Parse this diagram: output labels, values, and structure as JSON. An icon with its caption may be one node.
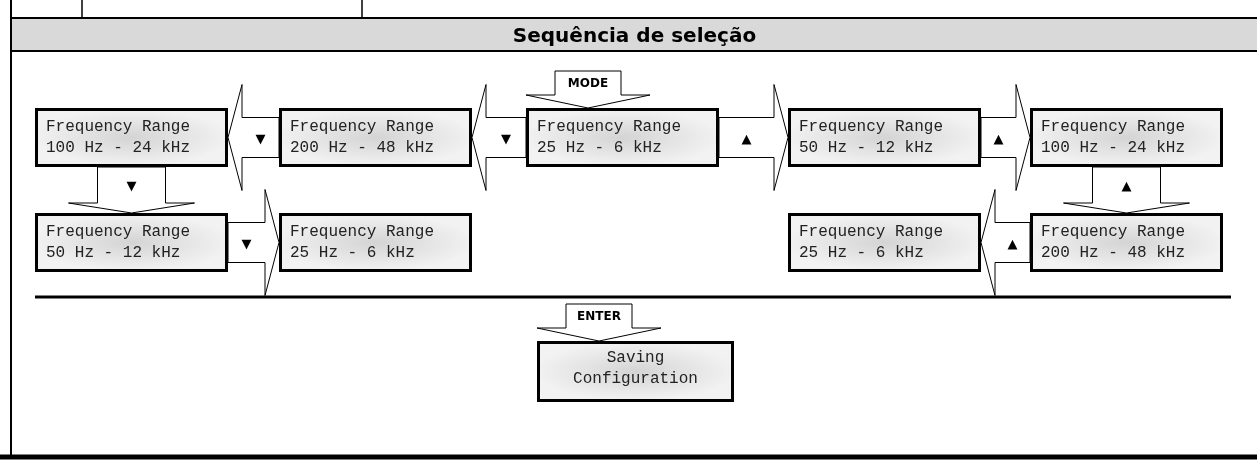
{
  "diagram": {
    "title": "Sequência de seleção",
    "nodes": [
      {
        "text": [
          "Frequency Range",
          "100 Hz - 24 kHz"
        ]
      },
      {
        "text": [
          "Frequency Range",
          "200 Hz - 48 kHz"
        ]
      },
      {
        "text": [
          "Frequency Range",
          "25 Hz - 6 kHz"
        ]
      },
      {
        "text": [
          "Frequency Range",
          "50 Hz - 12 kHz"
        ]
      },
      {
        "text": [
          "Frequency Range",
          "100 Hz - 24 kHz"
        ]
      },
      {
        "text": [
          "Frequency Range",
          "50 Hz - 12 kHz"
        ]
      },
      {
        "text": [
          "Frequency Range",
          "25 Hz - 6 kHz"
        ]
      },
      {
        "text": [
          "Frequency Range",
          "25 Hz - 6 kHz"
        ]
      },
      {
        "text": [
          "Frequency Range",
          "200 Hz - 48 kHz"
        ]
      },
      {
        "text": [
          "Saving Configuration"
        ]
      }
    ],
    "edges": [
      {
        "from": null,
        "to": 2,
        "arrow": "to",
        "label": "MODE"
      },
      {
        "from": 2,
        "to": 1,
        "arrow": "to",
        "label": "▼"
      },
      {
        "from": 1,
        "to": 0,
        "arrow": "to",
        "label": "▼"
      },
      {
        "from": 0,
        "to": 5,
        "arrow": "to",
        "label": "▼"
      },
      {
        "from": 5,
        "to": 6,
        "arrow": "to",
        "label": "▼"
      },
      {
        "from": 2,
        "to": 3,
        "arrow": "to",
        "label": "▲"
      },
      {
        "from": 3,
        "to": 4,
        "arrow": "to",
        "label": "▲"
      },
      {
        "from": 4,
        "to": 8,
        "arrow": "to",
        "label": "▲"
      },
      {
        "from": 8,
        "to": 7,
        "arrow": "to",
        "label": "▲"
      },
      {
        "from": null,
        "to": 9,
        "arrow": "to",
        "label": "ENTER"
      }
    ]
  }
}
